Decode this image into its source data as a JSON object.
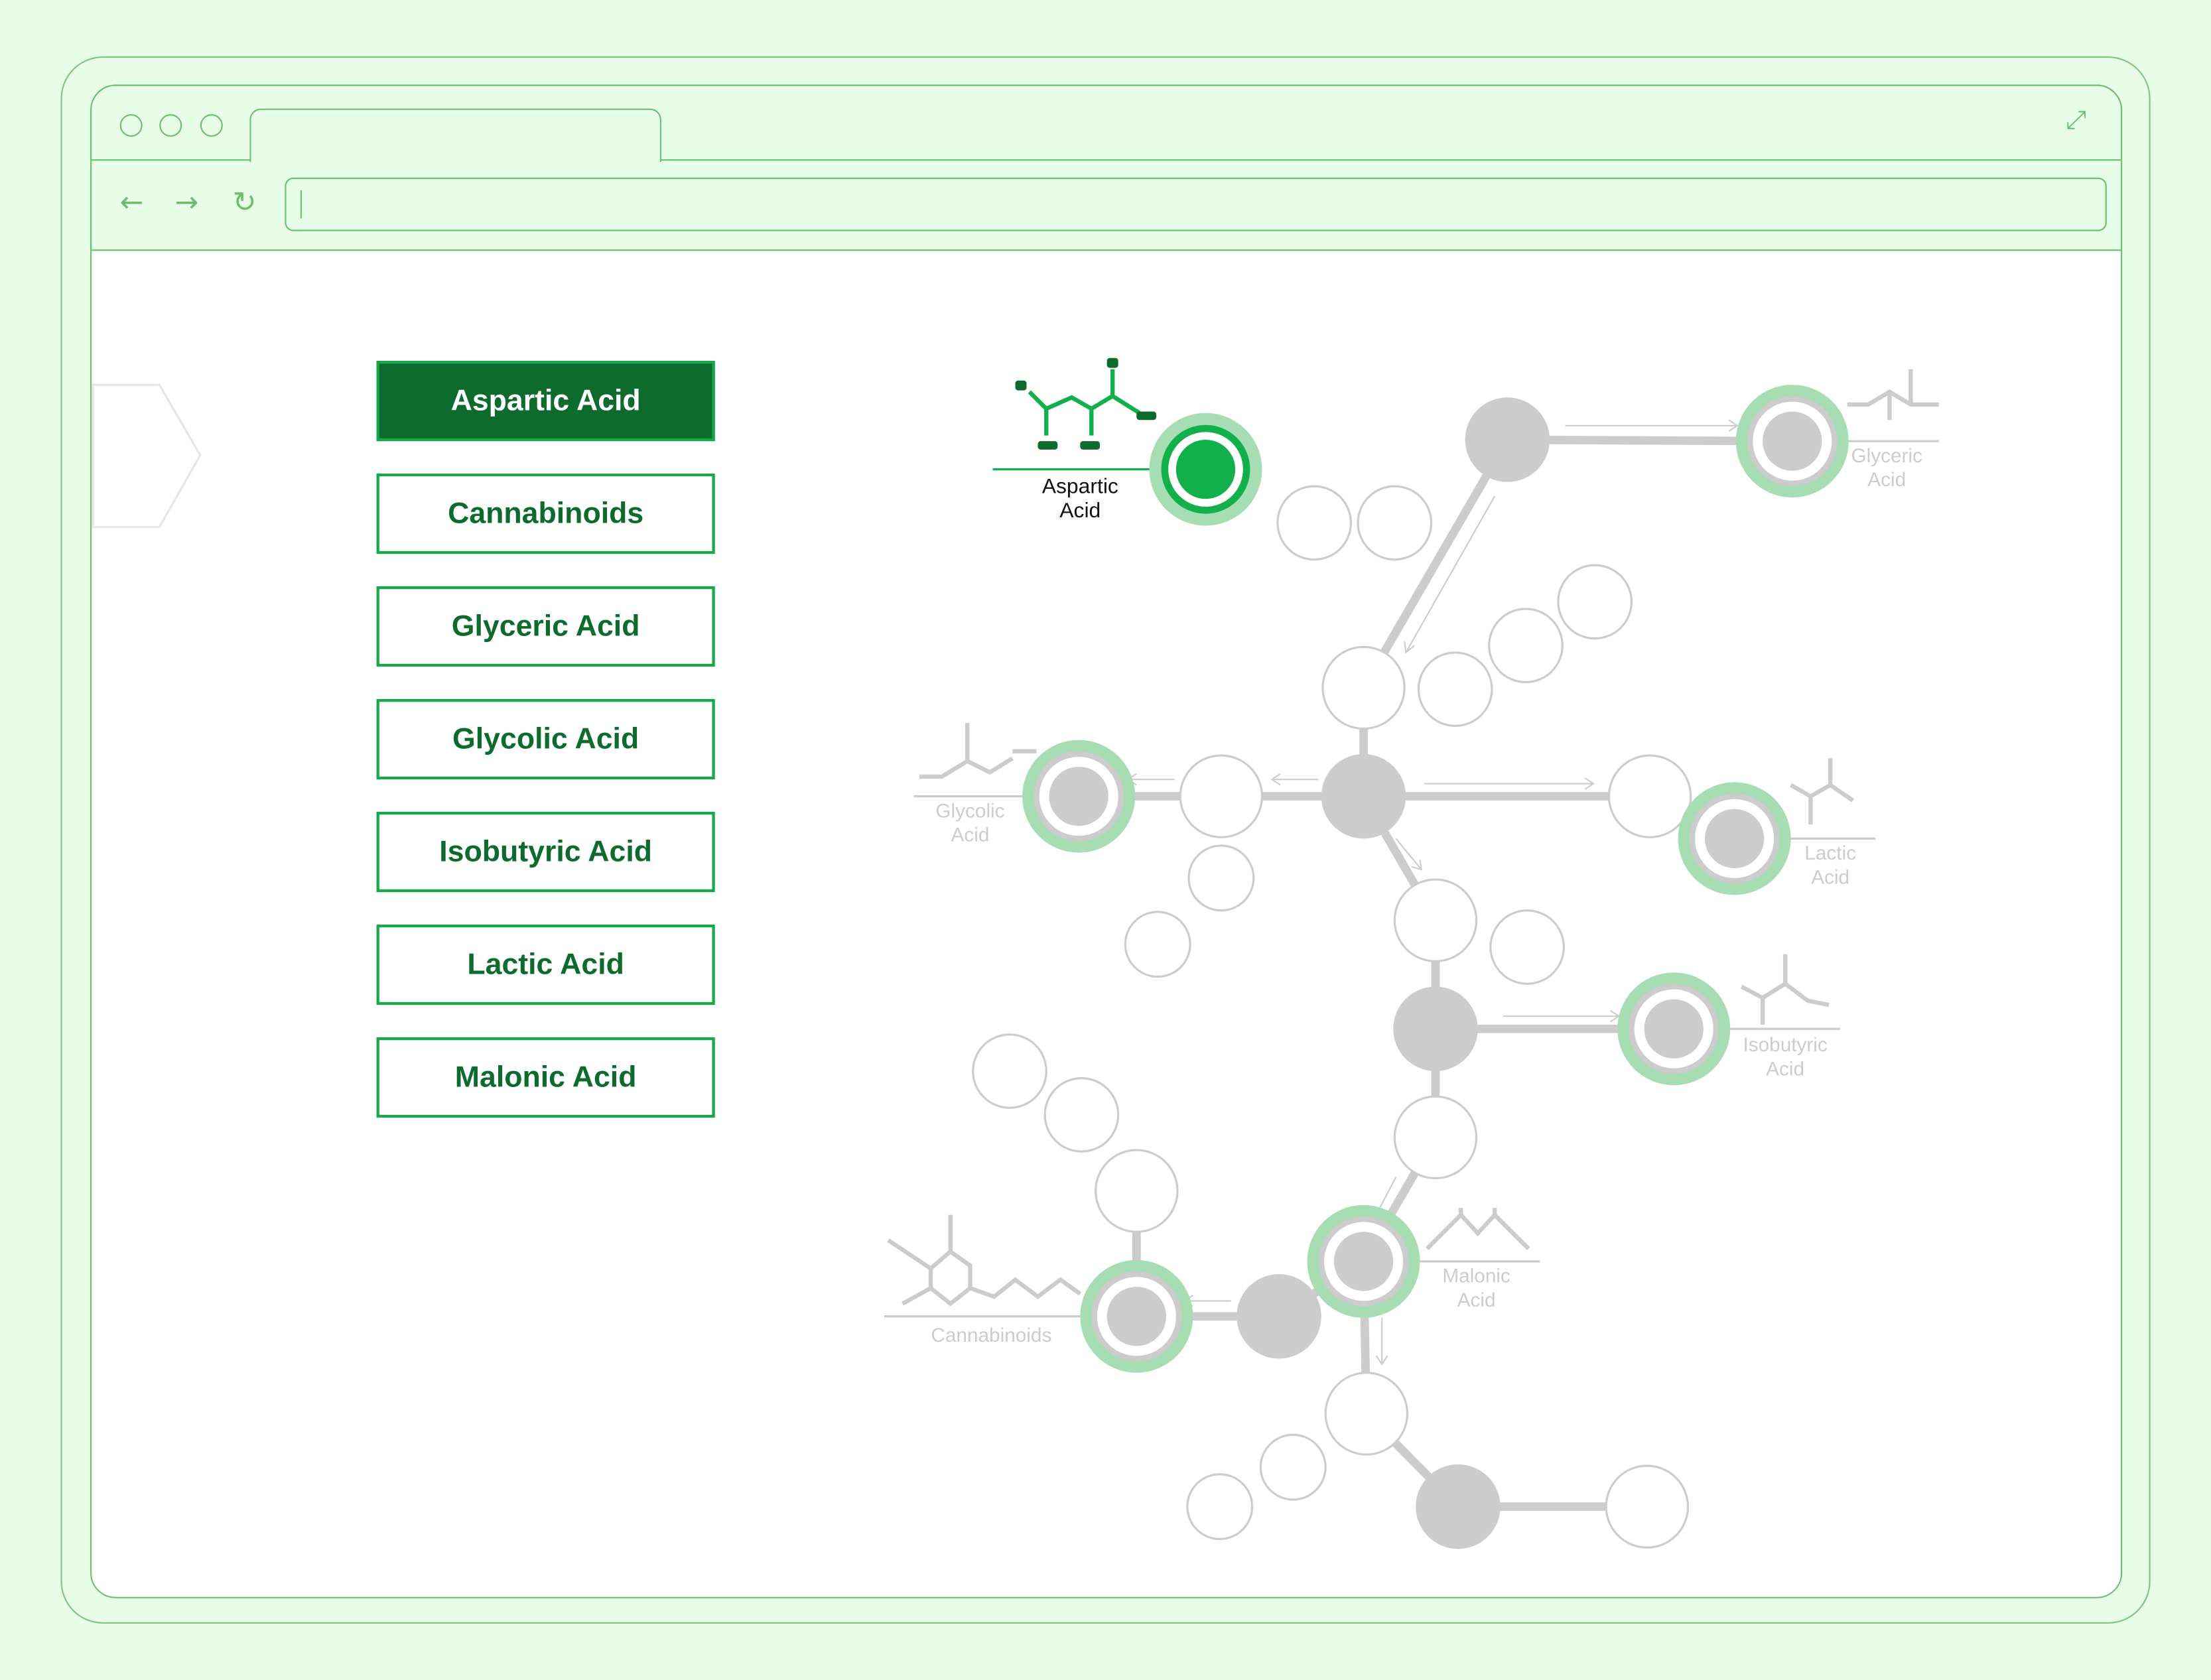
{
  "browser": {
    "window_controls": [
      "close",
      "minimize",
      "maximize"
    ],
    "nav_icons": {
      "back": "←",
      "forward": "→",
      "reload": "↻"
    },
    "expand_icon": "⤢",
    "address_value": ""
  },
  "menu": {
    "items": [
      {
        "label": "Aspartic Acid",
        "active": true
      },
      {
        "label": "Cannabinoids",
        "active": false
      },
      {
        "label": "Glyceric Acid",
        "active": false
      },
      {
        "label": "Glycolic Acid",
        "active": false
      },
      {
        "label": "Isobutyric Acid",
        "active": false
      },
      {
        "label": "Lactic Acid",
        "active": false
      },
      {
        "label": "Malonic Acid",
        "active": false
      }
    ]
  },
  "diagram": {
    "labels": {
      "aspartic": [
        "Aspartic",
        "Acid"
      ],
      "glyceric": [
        "Glyceric",
        "Acid"
      ],
      "glycolic": [
        "Glycolic",
        "Acid"
      ],
      "lactic": [
        "Lactic",
        "Acid"
      ],
      "isobutyric": [
        "Isobutyric",
        "Acid"
      ],
      "malonic": [
        "Malonic",
        "Acid"
      ],
      "cannabinoids": [
        "Cannabinoids"
      ]
    }
  },
  "colors": {
    "background": "#e8fde8",
    "frame": "#6bbf6b",
    "active": "#0e6b2e",
    "accent": "#12b04a",
    "halo": "#a6ddb3",
    "inactive": "#cccccc"
  }
}
